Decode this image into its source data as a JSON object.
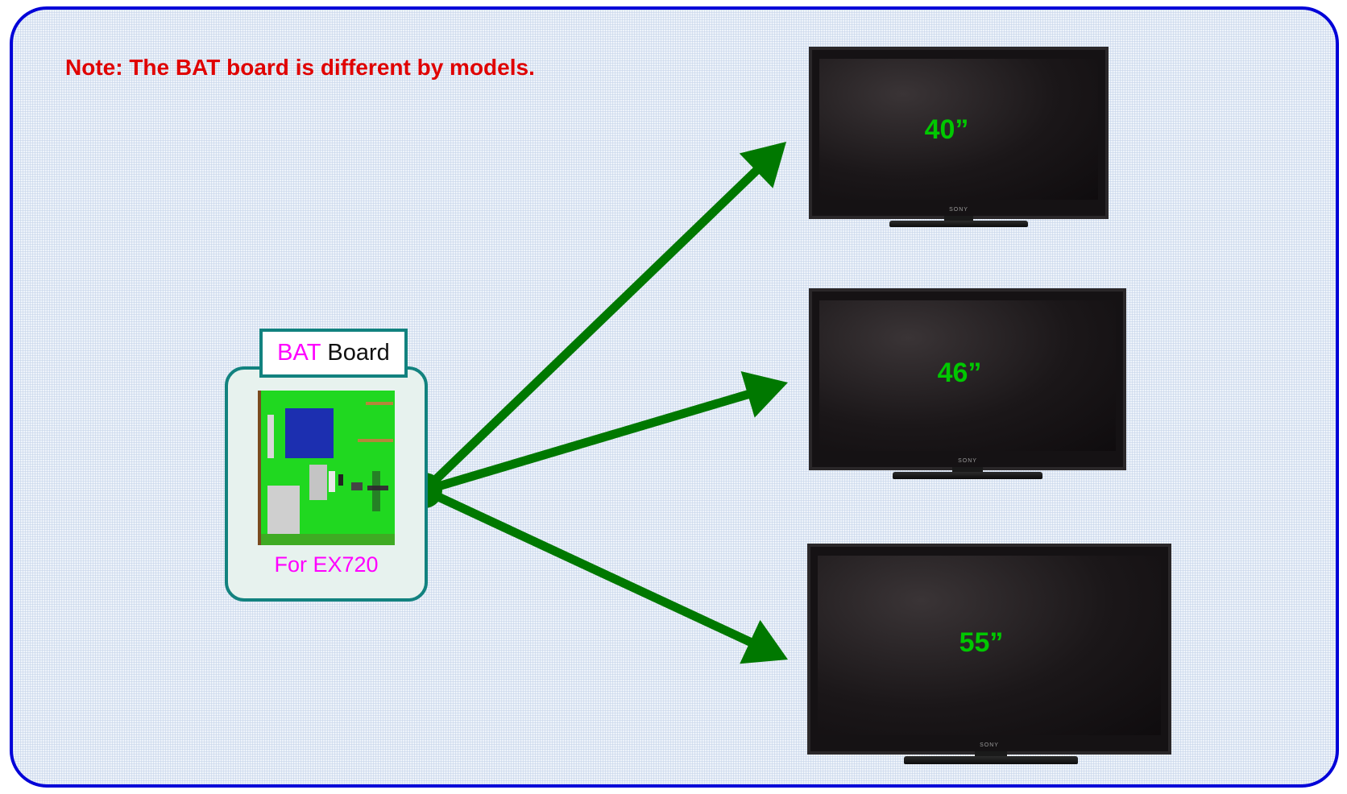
{
  "note": "Note: The BAT board is different by models.",
  "board": {
    "title_part1": "BAT",
    "title_part2": "Board",
    "caption": "For EX720"
  },
  "tvs": [
    {
      "size_label": "40”",
      "brand": "SONY"
    },
    {
      "size_label": "46”",
      "brand": "SONY"
    },
    {
      "size_label": "55”",
      "brand": "SONY"
    }
  ],
  "colors": {
    "frame_border": "#0000d8",
    "note_text": "#e00000",
    "arrow": "#007800",
    "card_border": "#12827f",
    "size_label": "#00c800",
    "magenta_text": "#ff00ff"
  }
}
